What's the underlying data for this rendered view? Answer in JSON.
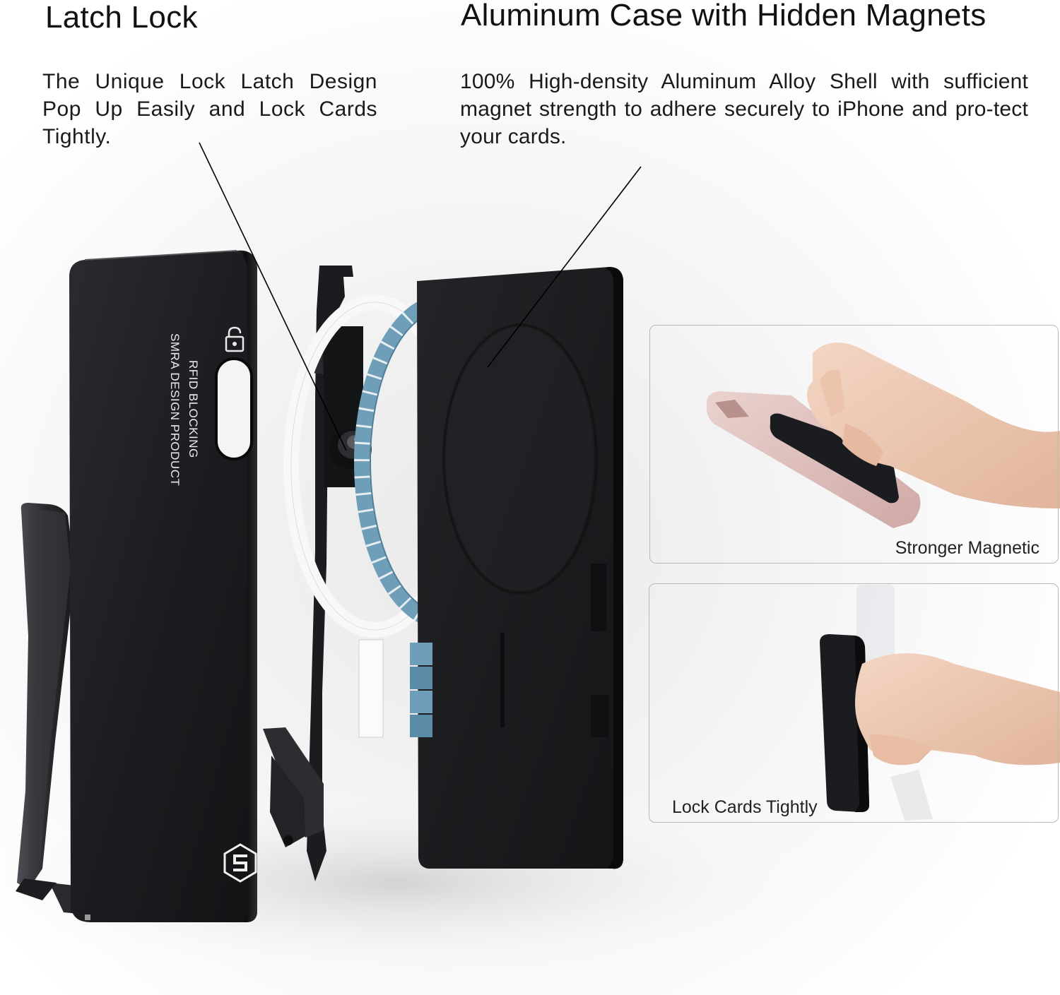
{
  "left_feature": {
    "title": "Latch Lock",
    "description": "The Unique Lock Latch Design Pop Up Easily and Lock Cards Tightly."
  },
  "right_feature": {
    "title": "Aluminum Case with Hidden Magnets",
    "description": "100% High-density Aluminum Alloy Shell with sufficient magnet strength to adhere securely to iPhone and pro-tect your cards."
  },
  "wallet_card": {
    "line_1": "RFID BLOCKING",
    "line_2": "SMRA DESIGN PRODUCT",
    "logo_icon": "s-hexagon-logo",
    "lock_icon": "padlock-icon"
  },
  "panels": [
    {
      "caption": "Stronger Magnetic"
    },
    {
      "caption": "Lock Cards Tightly"
    }
  ],
  "colors": {
    "wallet_black": "#1c1d20",
    "magnet_blue": "#6f9fb8",
    "ring_white": "#f8f8f8",
    "panel_border": "#b9b9b9"
  }
}
